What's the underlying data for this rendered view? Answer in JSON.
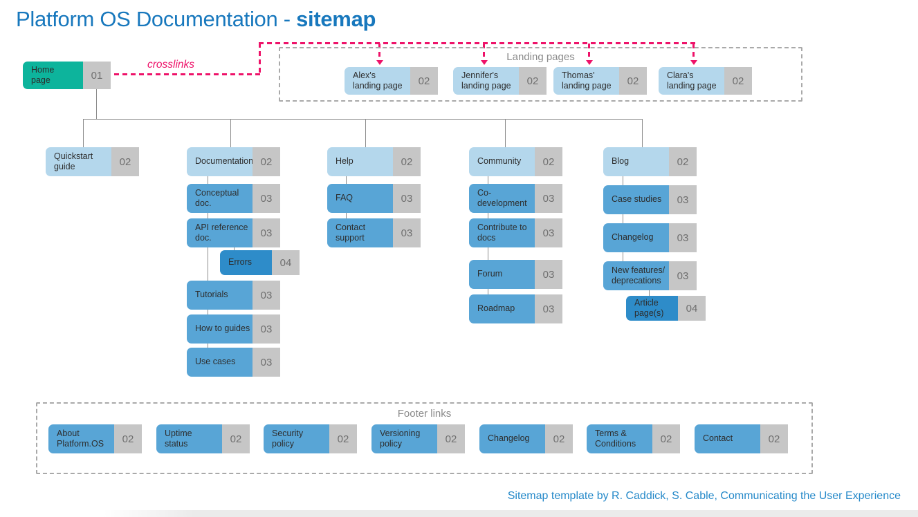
{
  "title": {
    "text": "Platform OS Documentation - ",
    "highlight": "sitemap"
  },
  "crosslinks_label": "crosslinks",
  "home": {
    "label": "Home\npage",
    "tag": "01"
  },
  "landing_pages": {
    "group_label": "Landing pages",
    "nodes": [
      {
        "label": "Alex's\nlanding page",
        "tag": "02"
      },
      {
        "label": "Jennifer's\nlanding page",
        "tag": "02"
      },
      {
        "label": "Thomas'\nlanding page",
        "tag": "02"
      },
      {
        "label": "Clara's\nlanding page",
        "tag": "02"
      }
    ]
  },
  "tree": {
    "quickstart": {
      "label": "Quickstart\nguide",
      "tag": "02"
    },
    "documentation": {
      "label": "Documentation",
      "tag": "02"
    },
    "conceptual": {
      "label": "Conceptual\ndoc.",
      "tag": "03"
    },
    "api_reference": {
      "label": "API reference\ndoc.",
      "tag": "03"
    },
    "errors": {
      "label": "Errors",
      "tag": "04"
    },
    "tutorials": {
      "label": "Tutorials",
      "tag": "03"
    },
    "how_to_guides": {
      "label": "How to guides",
      "tag": "03"
    },
    "use_cases": {
      "label": "Use cases",
      "tag": "03"
    },
    "help": {
      "label": "Help",
      "tag": "02"
    },
    "faq": {
      "label": "FAQ",
      "tag": "03"
    },
    "contact_support": {
      "label": "Contact\nsupport",
      "tag": "03"
    },
    "community": {
      "label": "Community",
      "tag": "02"
    },
    "co_development": {
      "label": "Co-\ndevelopment",
      "tag": "03"
    },
    "contribute_docs": {
      "label": "Contribute to\ndocs",
      "tag": "03"
    },
    "forum": {
      "label": "Forum",
      "tag": "03"
    },
    "roadmap": {
      "label": "Roadmap",
      "tag": "03"
    },
    "blog": {
      "label": "Blog",
      "tag": "02"
    },
    "case_studies": {
      "label": "Case studies",
      "tag": "03"
    },
    "changelog": {
      "label": "Changelog",
      "tag": "03"
    },
    "new_features": {
      "label": "New features/\ndeprecations",
      "tag": "03"
    },
    "article_pages": {
      "label": "Article\npage(s)",
      "tag": "04"
    }
  },
  "footer": {
    "group_label": "Footer links",
    "nodes": [
      {
        "label": "About\nPlatform.OS",
        "tag": "02"
      },
      {
        "label": "Uptime\nstatus",
        "tag": "02"
      },
      {
        "label": "Security\npolicy",
        "tag": "02"
      },
      {
        "label": "Versioning\npolicy",
        "tag": "02"
      },
      {
        "label": "Changelog",
        "tag": "02"
      },
      {
        "label": "Terms &\nConditions",
        "tag": "02"
      },
      {
        "label": "Contact",
        "tag": "02"
      }
    ]
  },
  "credit": "Sitemap template by R. Caddick, S. Cable, Communicating the User Experience",
  "colors": {
    "level1": "#0db49c",
    "level2": "#b4d7ec",
    "level3": "#58a5d6",
    "level4": "#2e8cc9",
    "tag_bg": "#c6c6c6",
    "title_blue": "#1878bd",
    "crosslink_pink": "#ee1269",
    "connector_gray": "#8c8c8c"
  }
}
